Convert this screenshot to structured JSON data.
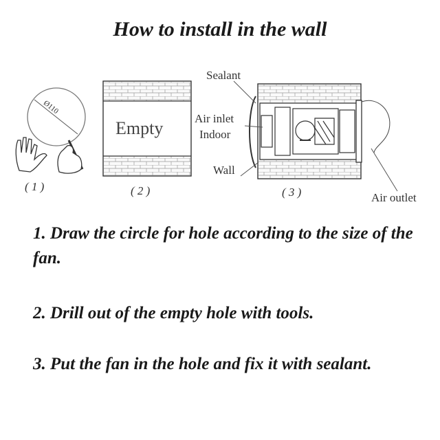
{
  "title": "How to install in the wall",
  "diagram": {
    "panel1": {
      "number": "( 1 )",
      "dimension": "Ø110"
    },
    "panel2": {
      "number": "( 2 )",
      "label": "Empty"
    },
    "panel3": {
      "number": "( 3 )",
      "sealant": "Sealant",
      "air_inlet": "Air inlet",
      "indoor": "Indoor",
      "wall": "Wall",
      "air_outlet": "Air outlet"
    }
  },
  "steps": [
    "1. Draw the circle for hole according to the size of the fan.",
    "2. Drill out of the empty hole with tools.",
    "3. Put the fan in the hole and fix it with sealant."
  ]
}
